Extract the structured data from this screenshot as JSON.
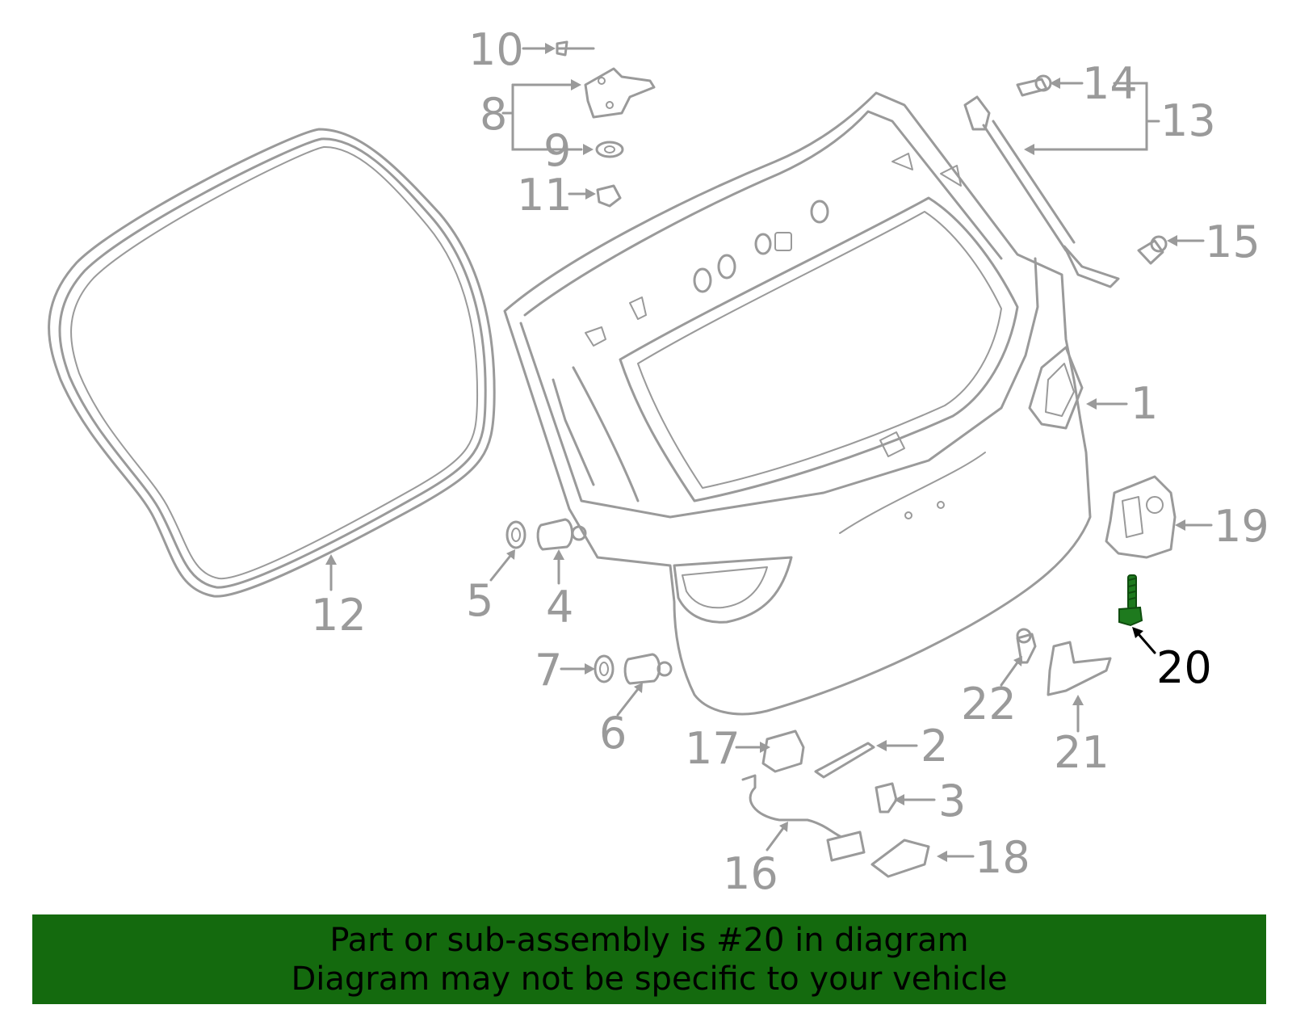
{
  "diagram": {
    "highlighted_part": "20",
    "highlight_color": "#1e7a1e",
    "callouts": [
      {
        "id": "1",
        "label": "1"
      },
      {
        "id": "2",
        "label": "2"
      },
      {
        "id": "3",
        "label": "3"
      },
      {
        "id": "4",
        "label": "4"
      },
      {
        "id": "5",
        "label": "5"
      },
      {
        "id": "6",
        "label": "6"
      },
      {
        "id": "7",
        "label": "7"
      },
      {
        "id": "8",
        "label": "8"
      },
      {
        "id": "9",
        "label": "9"
      },
      {
        "id": "10",
        "label": "10"
      },
      {
        "id": "11",
        "label": "11"
      },
      {
        "id": "12",
        "label": "12"
      },
      {
        "id": "13",
        "label": "13"
      },
      {
        "id": "14",
        "label": "14"
      },
      {
        "id": "15",
        "label": "15"
      },
      {
        "id": "16",
        "label": "16"
      },
      {
        "id": "17",
        "label": "17"
      },
      {
        "id": "18",
        "label": "18"
      },
      {
        "id": "19",
        "label": "19"
      },
      {
        "id": "20",
        "label": "20"
      },
      {
        "id": "21",
        "label": "21"
      },
      {
        "id": "22",
        "label": "22"
      }
    ]
  },
  "banner": {
    "line1": "Part or sub-assembly is #20 in diagram",
    "line2": "Diagram may not be specific to your vehicle",
    "background_color": "#146a0e"
  }
}
